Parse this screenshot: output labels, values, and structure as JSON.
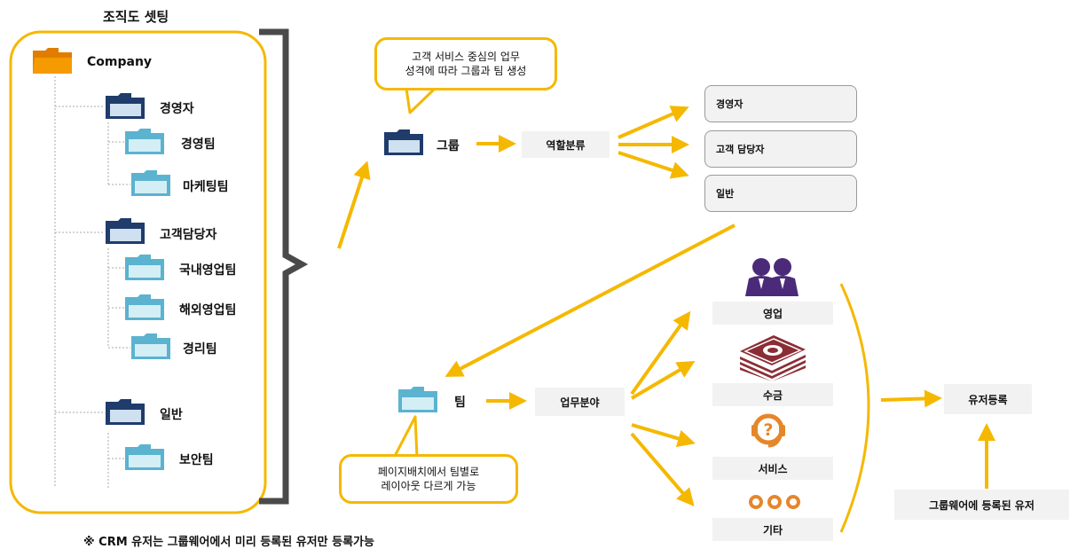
{
  "title": "조직도 셋팅",
  "footnote": "※ CRM 유저는 그룹웨어에서 미리 등록된 유저만 등록가능",
  "tree": {
    "root": "Company",
    "groups": [
      {
        "label": "경영자",
        "teams": [
          "경영팀",
          "마케팅팀"
        ]
      },
      {
        "label": "고객담당자",
        "teams": [
          "국내영업팀",
          "해외영업팀",
          "경리팀"
        ]
      },
      {
        "label": "일반",
        "teams": [
          "보안팀"
        ]
      }
    ]
  },
  "callouts": {
    "group": [
      "고객 서비스 중심의 업무",
      "성격에 따라  그룹과 팀 생성"
    ],
    "team": [
      "페이지배치에서 팀별로",
      "레이아웃 다르게 가능"
    ]
  },
  "flow": {
    "group_label": "그룹",
    "role_classification": "역할분류",
    "roles": [
      "경영자",
      "고객 담당자",
      "일반"
    ],
    "team_label": "팀",
    "business_area": "업무분야",
    "areas": [
      "영업",
      "수금",
      "서비스",
      "기타"
    ],
    "user_registration": "유저등록",
    "groupware_users": "그룹웨어에 등록된 유저"
  },
  "colors": {
    "accent": "#f5b800",
    "folder_dark": "#1f3c6b",
    "folder_light": "#5bb3cf",
    "folder_orange": "#f59a00",
    "icon_maroon": "#8b2d35",
    "icon_purple": "#4b2a7a",
    "icon_orange": "#e6862b"
  },
  "icons": [
    "folder-icon",
    "people-icon",
    "money-stack-icon",
    "headset-question-icon",
    "dots-icon"
  ]
}
